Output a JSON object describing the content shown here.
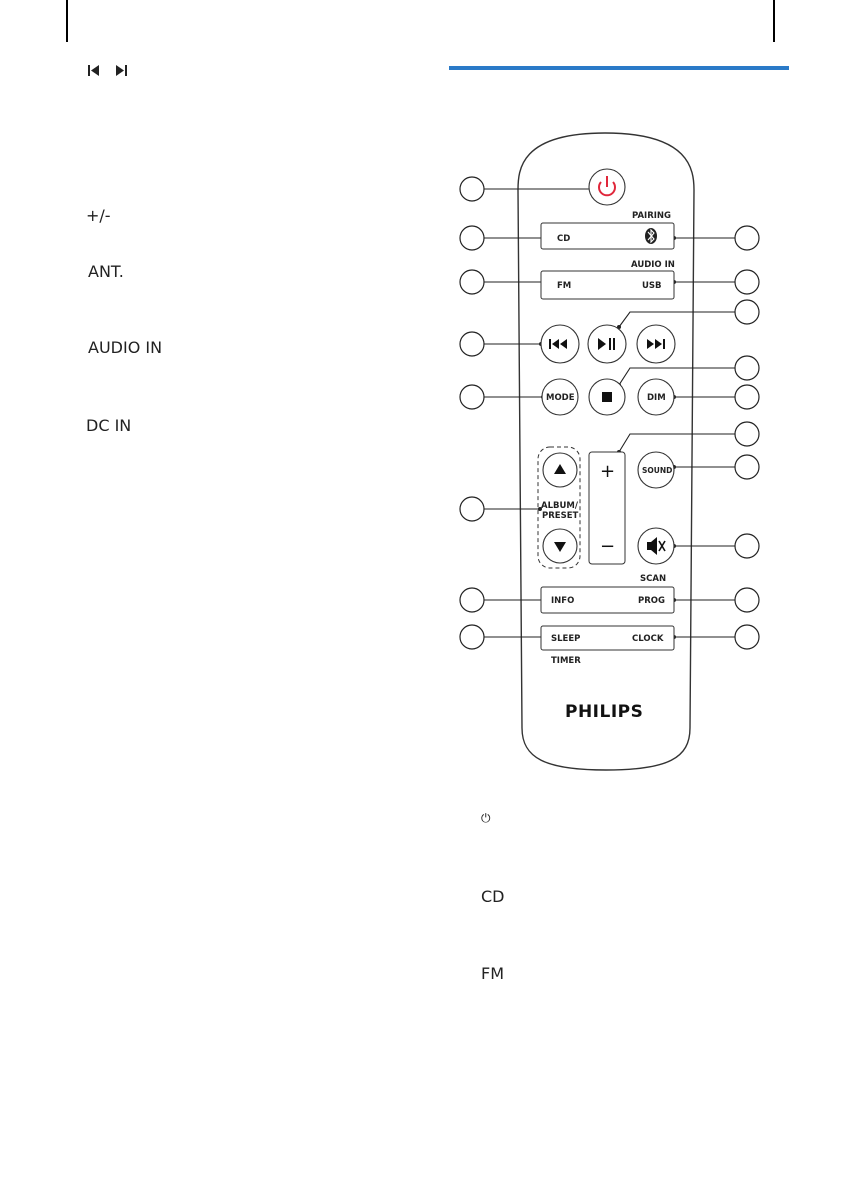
{
  "left_column": {
    "skip_icons": "◀▏ ▕▶",
    "labels": [
      "+/-",
      "ANT.",
      "AUDIO IN",
      "DC IN"
    ]
  },
  "remote": {
    "brand": "PHILIPS",
    "labels": {
      "pairing": "PAIRING",
      "cd": "CD",
      "audio_in": "AUDIO IN",
      "fm": "FM",
      "usb": "USB",
      "mode": "MODE",
      "dim": "DIM",
      "sound": "SOUND",
      "album_preset_1": "ALBUM/",
      "album_preset_2": "PRESET",
      "plus": "+",
      "minus": "−",
      "scan": "SCAN",
      "info": "INFO",
      "prog": "PROG",
      "sleep": "SLEEP",
      "clock": "CLOCK",
      "timer": "TIMER"
    },
    "colors": {
      "power": "#e0273b",
      "body_stroke": "#333333"
    }
  },
  "bottom_list": {
    "power_symbol": "⏻",
    "items": [
      "CD",
      "FM"
    ]
  }
}
